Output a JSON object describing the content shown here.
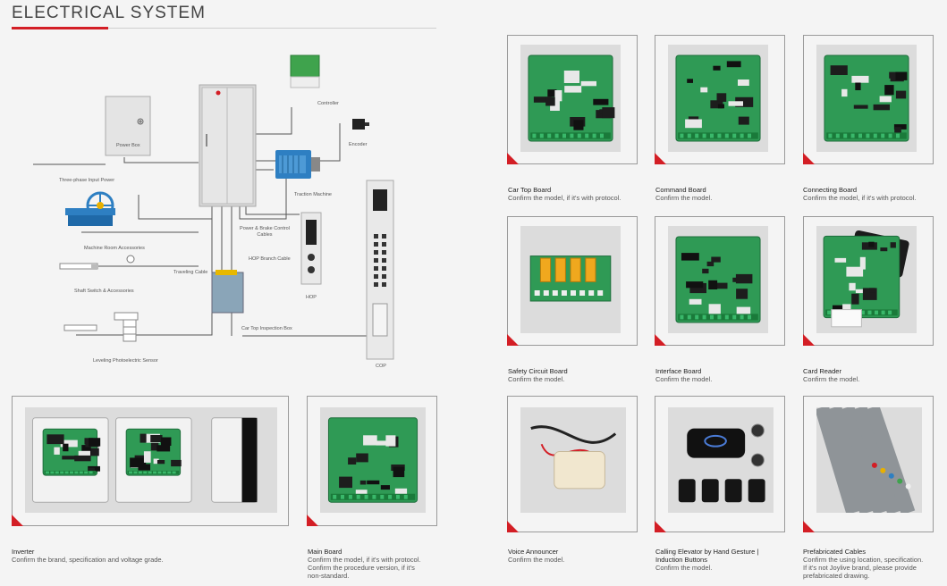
{
  "heading": "ELECTRICAL SYSTEM",
  "colors": {
    "accent": "#d31e25",
    "line": "#555555",
    "pcb": "#2e8b57"
  },
  "diagram_labels": {
    "controller": "Controller",
    "power_box": "Power Box",
    "encoder": "Encoder",
    "three_phase": "Three-phase Input Power",
    "traction_machine": "Traction Machine",
    "machine_room": "Machine Room Accessories",
    "power_brake": "Power & Brake Control\nCables",
    "hop_branch": "HOP Branch Cable",
    "traveling_cable": "Traveling Cable",
    "shaft_switch": "Shaft Switch & Accessories",
    "hop": "HOP",
    "car_top_box": "Car Top Inspection Box",
    "leveling": "Leveling Photoelectric Sensor",
    "cop": "COP"
  },
  "products": [
    {
      "id": "car-top-board",
      "title": "Car Top Board",
      "desc": "Confirm the model, if it's with protocol.",
      "icon": "pcb-board"
    },
    {
      "id": "command-board",
      "title": "Command Board",
      "desc": "Confirm the model.",
      "icon": "pcb-board"
    },
    {
      "id": "connecting-board",
      "title": "Connecting Board",
      "desc": "Confirm the model, if it's with protocol.",
      "icon": "pcb-board"
    },
    {
      "id": "safety-circuit-board",
      "title": "Safety Circuit Board",
      "desc": "Confirm the model.",
      "icon": "relay-board"
    },
    {
      "id": "interface-board",
      "title": "Interface Board",
      "desc": "Confirm the model.",
      "icon": "pcb-board"
    },
    {
      "id": "card-reader",
      "title": "Card Reader",
      "desc": "Confirm the model.",
      "icon": "card-reader"
    },
    {
      "id": "voice-announcer",
      "title": "Voice Announcer",
      "desc": "Confirm the model.",
      "icon": "speaker-box"
    },
    {
      "id": "calling-elevator",
      "title": "Calling Elevator by Hand Gesture |\nInduction Buttons",
      "desc": "Confirm the model.",
      "icon": "induction-buttons"
    },
    {
      "id": "prefabricated-cables",
      "title": "Prefabricated Cables",
      "desc": "Confirm the using location, specification.\nIf it's not Joylive brand, please provide\nprefabricated drawing.",
      "icon": "flat-cables"
    },
    {
      "id": "inverter",
      "title": "Inverter",
      "desc": "Confirm the brand, specification and voltage grade.",
      "icon": "inverter"
    },
    {
      "id": "main-board",
      "title": "Main Board",
      "desc": "Confirm the model, if it's with protocol.\nConfirm the procedure version, if it's\nnon-standard.",
      "icon": "pcb-board"
    }
  ]
}
